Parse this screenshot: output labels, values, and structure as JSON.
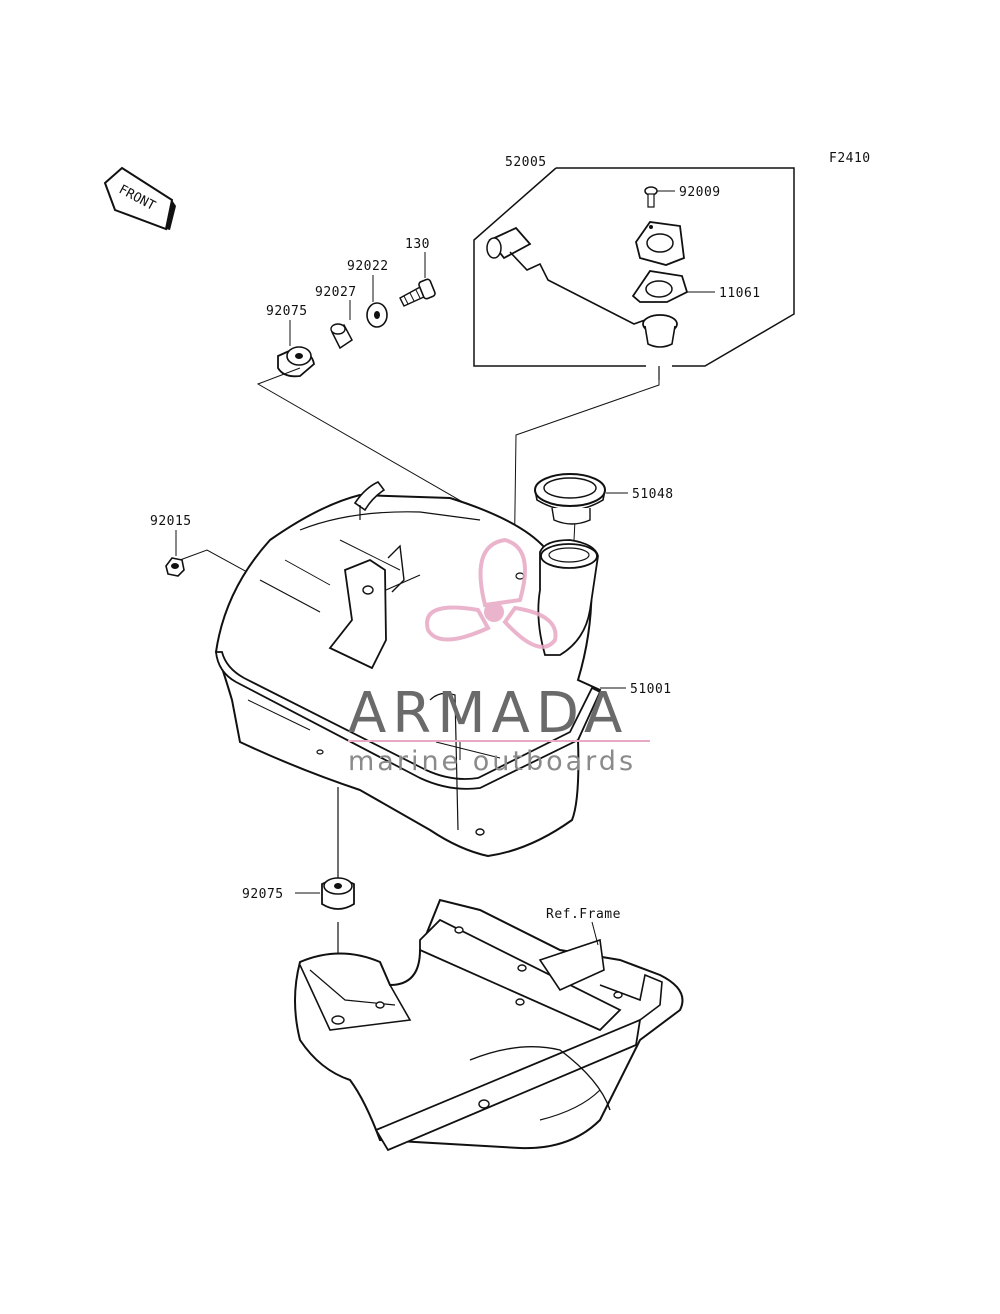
{
  "figure_code": "F2410",
  "front_label": "FRONT",
  "callouts": {
    "p52005": "52005",
    "p92009": "92009",
    "p11061": "11061",
    "p130": "130",
    "p92022": "92022",
    "p92027": "92027",
    "p92075_top": "92075",
    "p51048": "51048",
    "p92015": "92015",
    "p51001": "51001",
    "p92075_bottom": "92075",
    "ref_frame": "Ref.Frame"
  },
  "watermark": {
    "brand": "ARMADA",
    "tagline": "marine outboards",
    "accent_color": "#e7a9c4"
  },
  "colors": {
    "line": "#111111",
    "background": "#ffffff"
  }
}
